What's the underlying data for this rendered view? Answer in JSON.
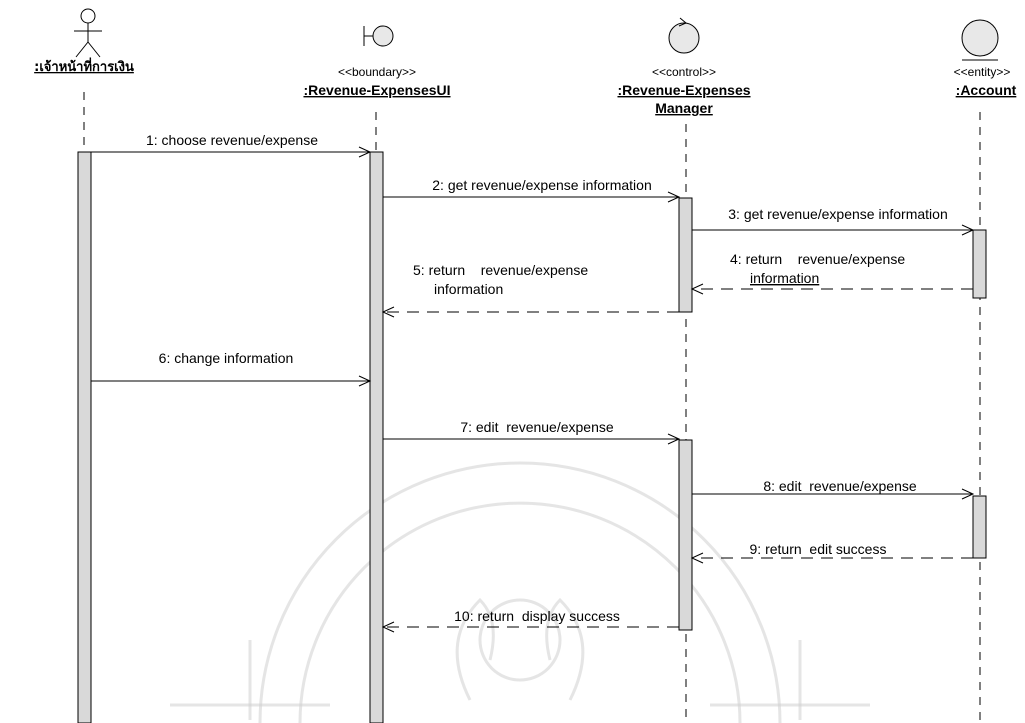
{
  "diagram": {
    "type": "uml-sequence",
    "participants": [
      {
        "id": "actor",
        "kind": "actor",
        "stereotype": "",
        "name": ":เจ้าหน้าที่การเงิน",
        "icon": "actor-icon"
      },
      {
        "id": "ui",
        "kind": "boundary",
        "stereotype": "<<boundary>>",
        "name": ":Revenue-ExpensesUI",
        "icon": "boundary-icon"
      },
      {
        "id": "mgr",
        "kind": "control",
        "stereotype": "<<control>>",
        "name_lines": [
          ":Revenue-Expenses",
          "Manager"
        ],
        "icon": "control-icon"
      },
      {
        "id": "acc",
        "kind": "entity",
        "stereotype": "<<entity>>",
        "name": ":Account",
        "icon": "entity-icon"
      }
    ],
    "messages": [
      {
        "n": 1,
        "from": "actor",
        "to": "ui",
        "kind": "call",
        "lines": [
          "1: choose revenue/expense"
        ]
      },
      {
        "n": 2,
        "from": "ui",
        "to": "mgr",
        "kind": "call",
        "lines": [
          "2: get revenue/expense information"
        ]
      },
      {
        "n": 3,
        "from": "mgr",
        "to": "acc",
        "kind": "call",
        "lines": [
          "3: get revenue/expense information"
        ]
      },
      {
        "n": 4,
        "from": "acc",
        "to": "mgr",
        "kind": "return",
        "lines": [
          "4: return    revenue/expense",
          "information"
        ]
      },
      {
        "n": 5,
        "from": "mgr",
        "to": "ui",
        "kind": "return",
        "lines": [
          "5: return    revenue/expense",
          "information"
        ]
      },
      {
        "n": 6,
        "from": "actor",
        "to": "ui",
        "kind": "call",
        "lines": [
          "6: change information"
        ]
      },
      {
        "n": 7,
        "from": "ui",
        "to": "mgr",
        "kind": "call",
        "lines": [
          "7: edit  revenue/expense"
        ]
      },
      {
        "n": 8,
        "from": "mgr",
        "to": "acc",
        "kind": "call",
        "lines": [
          "8: edit  revenue/expense"
        ]
      },
      {
        "n": 9,
        "from": "acc",
        "to": "mgr",
        "kind": "return",
        "lines": [
          "9: return  edit success"
        ]
      },
      {
        "n": 10,
        "from": "mgr",
        "to": "ui",
        "kind": "return",
        "lines": [
          "10: return  display success"
        ]
      }
    ],
    "watermark": "university-seal-watermark"
  }
}
